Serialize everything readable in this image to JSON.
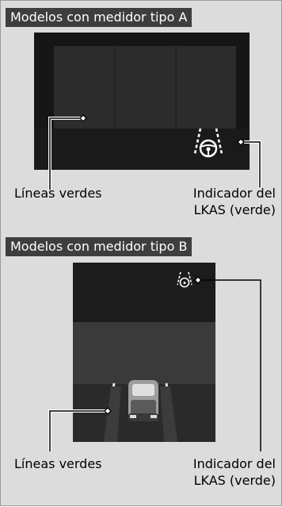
{
  "section_a": {
    "title": "Modelos con medidor tipo A",
    "label_lines": "Líneas verdes",
    "label_indicator_line1": "Indicador del",
    "label_indicator_line2": "LKAS (verde)"
  },
  "section_b": {
    "title": "Modelos con medidor tipo B",
    "label_lines": "Líneas verdes",
    "label_indicator_line1": "Indicador del",
    "label_indicator_line2": "LKAS (verde)"
  },
  "colors": {
    "page_background": "#dcdcdc",
    "title_background": "#3e3e3e",
    "display_dark": "#1a1a1a",
    "callout_line": "#000000"
  },
  "icons": [
    "lkas-indicator-icon",
    "vehicle-icon"
  ]
}
